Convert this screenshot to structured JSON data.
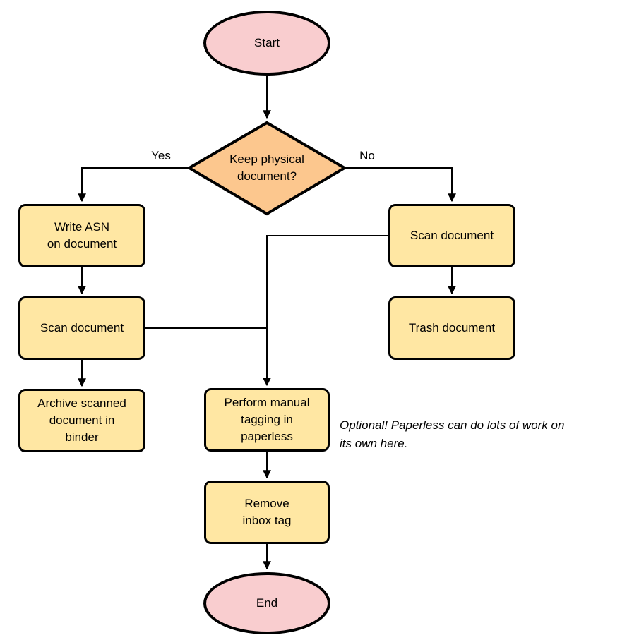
{
  "diagram": {
    "type": "flowchart",
    "colors": {
      "terminal_fill": "#f9cdcf",
      "decision_fill": "#fcc78e",
      "process_fill": "#ffe7a3",
      "stroke": "#000000",
      "background": "#ffffff"
    },
    "nodes": {
      "start": {
        "label": "Start",
        "shape": "ellipse"
      },
      "decision": {
        "lines": [
          "Keep physical",
          "document?"
        ],
        "shape": "diamond"
      },
      "write_asn": {
        "lines": [
          "Write ASN",
          "on document"
        ],
        "shape": "rounded-rect"
      },
      "scan_left": {
        "label": "Scan document",
        "shape": "rounded-rect"
      },
      "archive": {
        "lines": [
          "Archive scanned",
          "document in",
          "binder"
        ],
        "shape": "rounded-rect"
      },
      "scan_right": {
        "label": "Scan document",
        "shape": "rounded-rect"
      },
      "trash": {
        "label": "Trash document",
        "shape": "rounded-rect"
      },
      "tagging": {
        "lines": [
          "Perform manual",
          "tagging in",
          "paperless"
        ],
        "shape": "rounded-rect"
      },
      "remove_inbox": {
        "lines": [
          "Remove",
          "inbox tag"
        ],
        "shape": "rounded-rect"
      },
      "end": {
        "label": "End",
        "shape": "ellipse"
      }
    },
    "edge_labels": {
      "yes": "Yes",
      "no": "No"
    },
    "edges": [
      "start -> decision",
      "decision -Yes-> write_asn",
      "decision -No-> scan_right",
      "write_asn -> scan_left",
      "scan_left -> archive",
      "scan_right -> trash",
      "scan_right -> tagging",
      "scan_left -> tagging",
      "tagging -> remove_inbox",
      "remove_inbox -> end"
    ],
    "note": {
      "lines": [
        "Optional! Paperless can do lots of work on",
        "its own here."
      ]
    }
  }
}
